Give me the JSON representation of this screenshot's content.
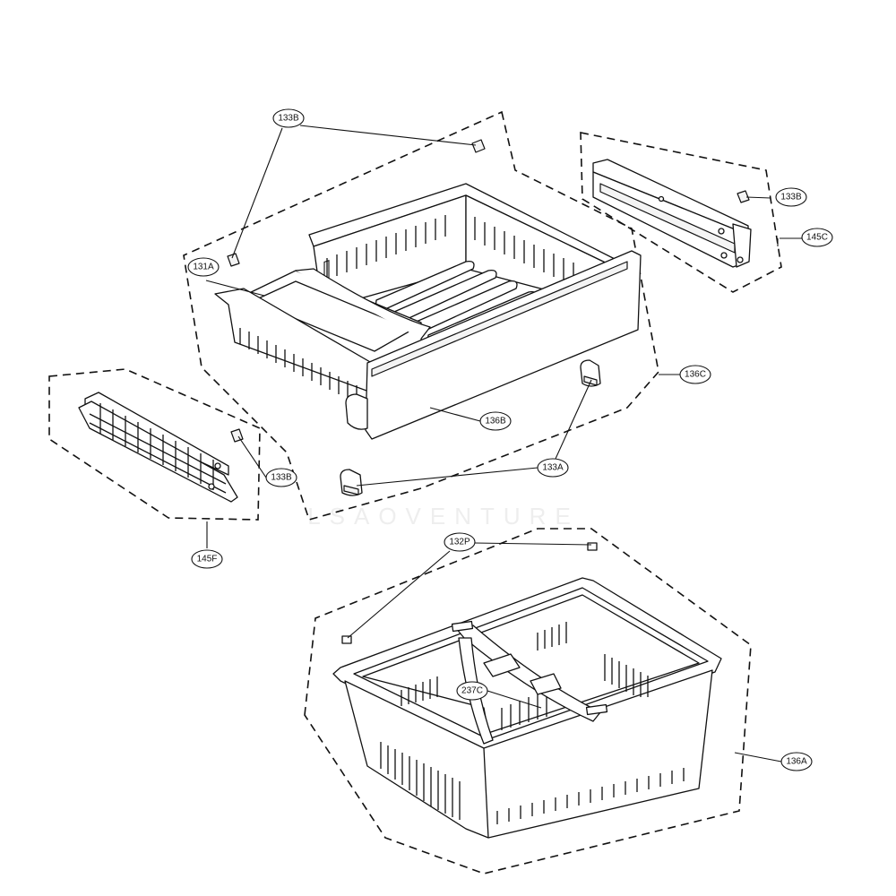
{
  "watermark": "LSAOVENTURE",
  "callouts": {
    "c133B_top": "133B",
    "c133B_right": "133B",
    "c133B_left": "133B",
    "c131A": "131A",
    "c145C": "145C",
    "c136C": "136C",
    "c136B": "136B",
    "c133A": "133A",
    "c145F": "145F",
    "c132P": "132P",
    "c237C": "237C",
    "c136A": "136A"
  }
}
